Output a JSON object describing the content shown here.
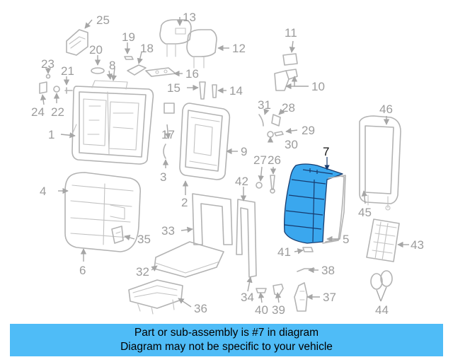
{
  "diagram": {
    "callouts": [
      "1",
      "2",
      "3",
      "4",
      "5",
      "6",
      "7",
      "8",
      "9",
      "10",
      "11",
      "12",
      "13",
      "14",
      "15",
      "16",
      "17",
      "18",
      "19",
      "20",
      "21",
      "22",
      "23",
      "24",
      "25",
      "26",
      "27",
      "28",
      "29",
      "30",
      "31",
      "32",
      "33",
      "34",
      "35",
      "36",
      "37",
      "38",
      "39",
      "40",
      "41",
      "42",
      "43",
      "44",
      "45",
      "46"
    ],
    "highlighted_part": "7",
    "highlight_color": "#3aa7ee"
  },
  "banner": {
    "line1": "Part or sub-assembly is #7 in diagram",
    "line2": "Diagram may not be specific to your vehicle",
    "background_color": "#4fbcf7"
  }
}
